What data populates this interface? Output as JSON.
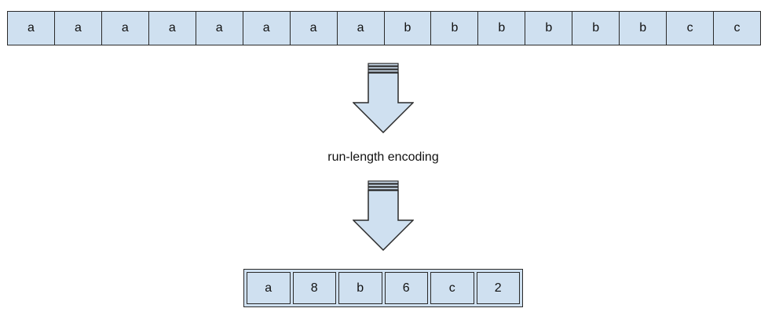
{
  "input": {
    "cells": [
      "a",
      "a",
      "a",
      "a",
      "a",
      "a",
      "a",
      "a",
      "b",
      "b",
      "b",
      "b",
      "b",
      "b",
      "c",
      "c"
    ]
  },
  "caption": "run-length encoding",
  "output": {
    "cells": [
      "a",
      "8",
      "b",
      "6",
      "c",
      "2"
    ]
  },
  "colors": {
    "cell_fill": "#cfe0f0",
    "stroke": "#2a2a2a"
  },
  "icons": {
    "arrow": "down-arrow-icon"
  }
}
